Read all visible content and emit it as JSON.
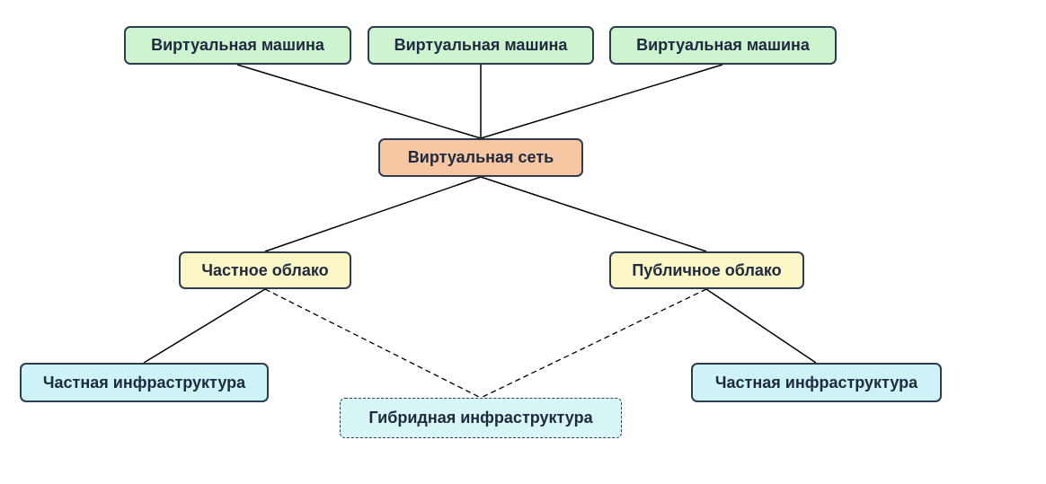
{
  "diagram": {
    "nodes": {
      "vm1": {
        "label": "Виртуальная машина"
      },
      "vm2": {
        "label": "Виртуальная машина"
      },
      "vm3": {
        "label": "Виртуальная машина"
      },
      "network": {
        "label": "Виртуальная сеть"
      },
      "private_cloud": {
        "label": "Частное облако"
      },
      "public_cloud": {
        "label": "Публичное облако"
      },
      "private_infra_left": {
        "label": "Частная инфраструктура"
      },
      "private_infra_right": {
        "label": "Частная инфраструктура"
      },
      "hybrid_infra": {
        "label": "Гибридная инфраструктура"
      }
    },
    "edges": [
      {
        "from": "vm1",
        "to": "network",
        "style": "solid"
      },
      {
        "from": "vm2",
        "to": "network",
        "style": "solid"
      },
      {
        "from": "vm3",
        "to": "network",
        "style": "solid"
      },
      {
        "from": "network",
        "to": "private_cloud",
        "style": "solid"
      },
      {
        "from": "network",
        "to": "public_cloud",
        "style": "solid"
      },
      {
        "from": "private_cloud",
        "to": "private_infra_left",
        "style": "solid"
      },
      {
        "from": "public_cloud",
        "to": "private_infra_right",
        "style": "solid"
      },
      {
        "from": "private_cloud",
        "to": "hybrid_infra",
        "style": "dashed"
      },
      {
        "from": "public_cloud",
        "to": "hybrid_infra",
        "style": "dashed"
      }
    ],
    "colors": {
      "line": "#000000",
      "border": "#2f3b4f",
      "text": "#1d2a3f",
      "vm_fill": "#cdf3cf",
      "network_fill": "#f7c6a3",
      "cloud_fill": "#fbf7c6",
      "infra_fill": "#cdf3f7",
      "hybrid_fill": "#d9f6f7"
    }
  }
}
